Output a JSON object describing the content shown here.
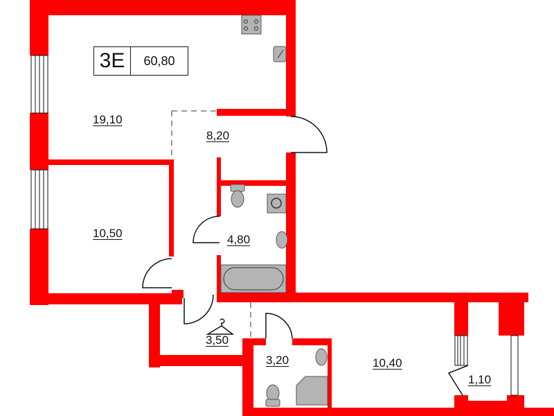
{
  "plan": {
    "apartment_code": "3E",
    "total_area": "60,80",
    "colors": {
      "wall": "#ff0000",
      "fixture": "#b4b4b4",
      "line": "#111111",
      "background": "#ffffff"
    }
  },
  "rooms": [
    {
      "id": "kitchen-living",
      "area": "19,10"
    },
    {
      "id": "hallway",
      "area": "8,20"
    },
    {
      "id": "bedroom",
      "area": "10,50"
    },
    {
      "id": "bathroom",
      "area": "4,80"
    },
    {
      "id": "wardrobe",
      "area": "3,50"
    },
    {
      "id": "shower-room",
      "area": "3,20"
    },
    {
      "id": "second-bedroom",
      "area": "10,40"
    },
    {
      "id": "balcony",
      "area": "1,10"
    }
  ],
  "icons": [
    "stove-icon",
    "sink-icon",
    "toilet-icon",
    "washing-machine-icon",
    "washbasin-icon",
    "bathtub-icon",
    "hanger-icon",
    "shower-tray-icon",
    "window-icon",
    "door-icon"
  ]
}
